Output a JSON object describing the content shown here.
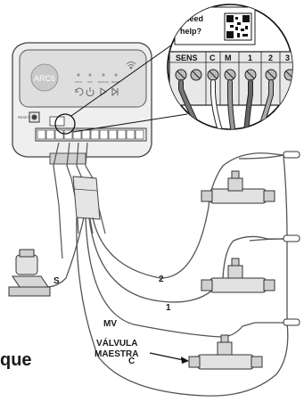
{
  "controller": {
    "brand": "ARC6",
    "leds": [
      "AUTO",
      "OFF",
      "MANUAL",
      "RESET"
    ],
    "reset_label": "RESET",
    "help_text": [
      "Need",
      "help?"
    ]
  },
  "terminals": [
    "SENS",
    "C",
    "M",
    "1",
    "2",
    "3"
  ],
  "wire_labels": {
    "sensor": "S",
    "zone2": "2",
    "zone1": "1",
    "master": "MV",
    "common": "C"
  },
  "callout": {
    "line1": "VÁLVULA",
    "line2": "MAESTRA"
  },
  "cut_text": "que",
  "colors": {
    "wire": "#666666",
    "outline": "#333333",
    "body": "#ececec",
    "face": "#d9d9d9"
  }
}
